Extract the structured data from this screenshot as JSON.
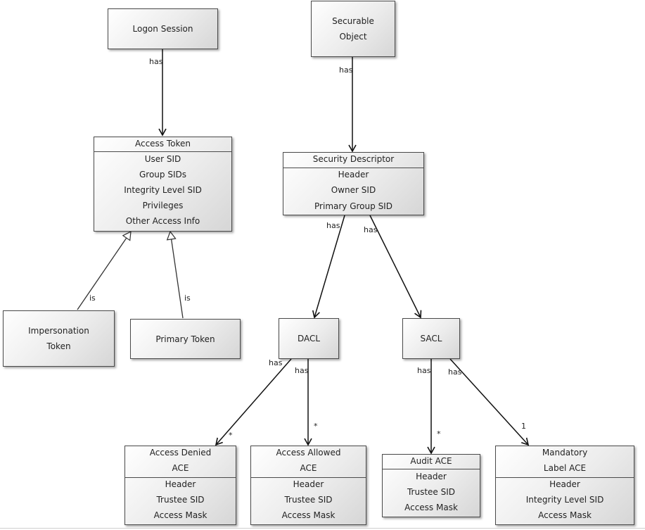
{
  "boxes": {
    "logon_session": {
      "lines": [
        "Logon Session"
      ]
    },
    "securable_object": {
      "lines": [
        "Securable",
        "Object"
      ]
    },
    "access_token": {
      "title": "Access Token",
      "rows": [
        "User SID",
        "Group SIDs",
        "Integrity Level SID",
        "Privileges",
        "Other Access Info"
      ]
    },
    "security_descriptor": {
      "title": "Security Descriptor",
      "rows": [
        "Header",
        "Owner SID",
        "Primary Group SID"
      ]
    },
    "impersonation_token": {
      "lines": [
        "Impersonation",
        "Token"
      ]
    },
    "primary_token": {
      "lines": [
        "Primary Token"
      ]
    },
    "dacl": {
      "lines": [
        "DACL"
      ]
    },
    "sacl": {
      "lines": [
        "SACL"
      ]
    },
    "access_denied_ace": {
      "title_lines": [
        "Access Denied",
        "ACE"
      ],
      "rows": [
        "Header",
        "Trustee SID",
        "Access Mask"
      ]
    },
    "access_allowed_ace": {
      "title_lines": [
        "Access Allowed",
        "ACE"
      ],
      "rows": [
        "Header",
        "Trustee SID",
        "Access Mask"
      ]
    },
    "audit_ace": {
      "title_lines": [
        "Audit ACE"
      ],
      "rows": [
        "Header",
        "Trustee SID",
        "Access Mask"
      ]
    },
    "mandatory_label_ace": {
      "title_lines": [
        "Mandatory",
        "Label ACE"
      ],
      "rows": [
        "Header",
        "Integrity Level SID",
        "Access Mask"
      ]
    }
  },
  "edges": {
    "logon_to_token": "has",
    "securable_to_sd": "has",
    "sd_to_dacl": "has",
    "sd_to_sacl": "has",
    "impersonation_is": "is",
    "primary_is": "is",
    "dacl_to_denied": "has",
    "dacl_to_allowed": "has",
    "sacl_to_audit": "has",
    "sacl_to_mandatory": "has"
  },
  "multiplicity": {
    "denied": "*",
    "allowed": "*",
    "audit": "*",
    "mandatory": "1"
  }
}
